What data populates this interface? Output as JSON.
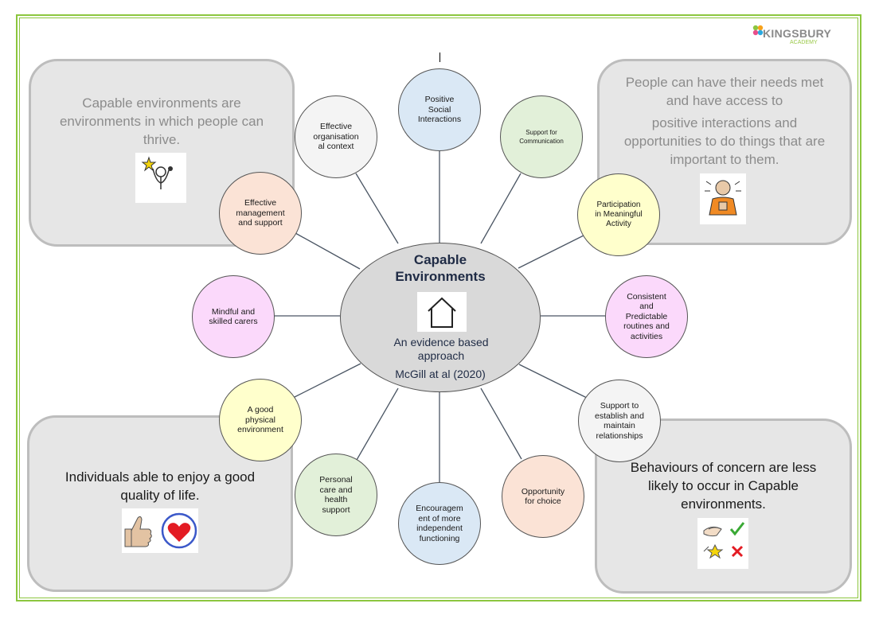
{
  "logo": {
    "name": "KINGSBURY",
    "sub": "ACADEMY"
  },
  "center": {
    "title_line1": "Capable",
    "title_line2": "Environments",
    "subtitle_line1": "An evidence based",
    "subtitle_line2": "approach",
    "citation": "McGill at al (2020)",
    "icon": "house-icon"
  },
  "corners": {
    "top_left": {
      "lines": [
        "Capable environments are",
        "environments in which people can",
        "thrive."
      ],
      "icon": "celebrating-person-icon"
    },
    "top_right": {
      "lines": [
        "People can have their needs met",
        "and have access to",
        "positive interactions and",
        "opportunities to do things that are",
        "important to them."
      ],
      "icon": "person-thumbs-up-icon"
    },
    "bottom_left": {
      "lines": [
        "Individuals able to enjoy a good",
        "quality of life."
      ],
      "icons": [
        "thumbs-up-icon",
        "heart-icon"
      ]
    },
    "bottom_right": {
      "lines": [
        "Behaviours of concern are less",
        "likely to occur in Capable",
        "environments."
      ],
      "icon": "handshake-check-cross-icon"
    }
  },
  "nodes": [
    {
      "id": "positive-social",
      "lines": [
        "Positive",
        "Social",
        "Interactions"
      ],
      "color": "#dae8f5"
    },
    {
      "id": "support-communication",
      "lines": [
        "Support for",
        "Communication"
      ],
      "color": "#e2f0d9"
    },
    {
      "id": "meaningful-activity",
      "lines": [
        "Participation",
        "in Meaningful",
        "Activity"
      ],
      "color": "#ffffcc"
    },
    {
      "id": "consistent-routines",
      "lines": [
        "Consistent",
        "and",
        "Predictable",
        "routines and",
        "activities"
      ],
      "color": "#fbd9fb"
    },
    {
      "id": "relationships",
      "lines": [
        "Support to",
        "establish and",
        "maintain",
        "relationships"
      ],
      "color": "#f4f4f4"
    },
    {
      "id": "opportunity-choice",
      "lines": [
        "Opportunity",
        "for choice"
      ],
      "color": "#fbe3d6"
    },
    {
      "id": "independent-functioning",
      "lines": [
        "Encouragem",
        "ent of more",
        "independent",
        "functioning"
      ],
      "color": "#dae8f5"
    },
    {
      "id": "personal-care",
      "lines": [
        "Personal",
        "care and",
        "health",
        "support"
      ],
      "color": "#e2f0d9"
    },
    {
      "id": "physical-environment",
      "lines": [
        "A good",
        "physical",
        "environment"
      ],
      "color": "#ffffcc"
    },
    {
      "id": "mindful-carers",
      "lines": [
        "Mindful and",
        "skilled carers"
      ],
      "color": "#fbd9fb"
    },
    {
      "id": "management-support",
      "lines": [
        "Effective",
        "management",
        "and support"
      ],
      "color": "#fbe3d6"
    },
    {
      "id": "organisational-context",
      "lines": [
        "Effective",
        "organisation",
        "al context"
      ],
      "color": "#f4f4f4"
    }
  ]
}
